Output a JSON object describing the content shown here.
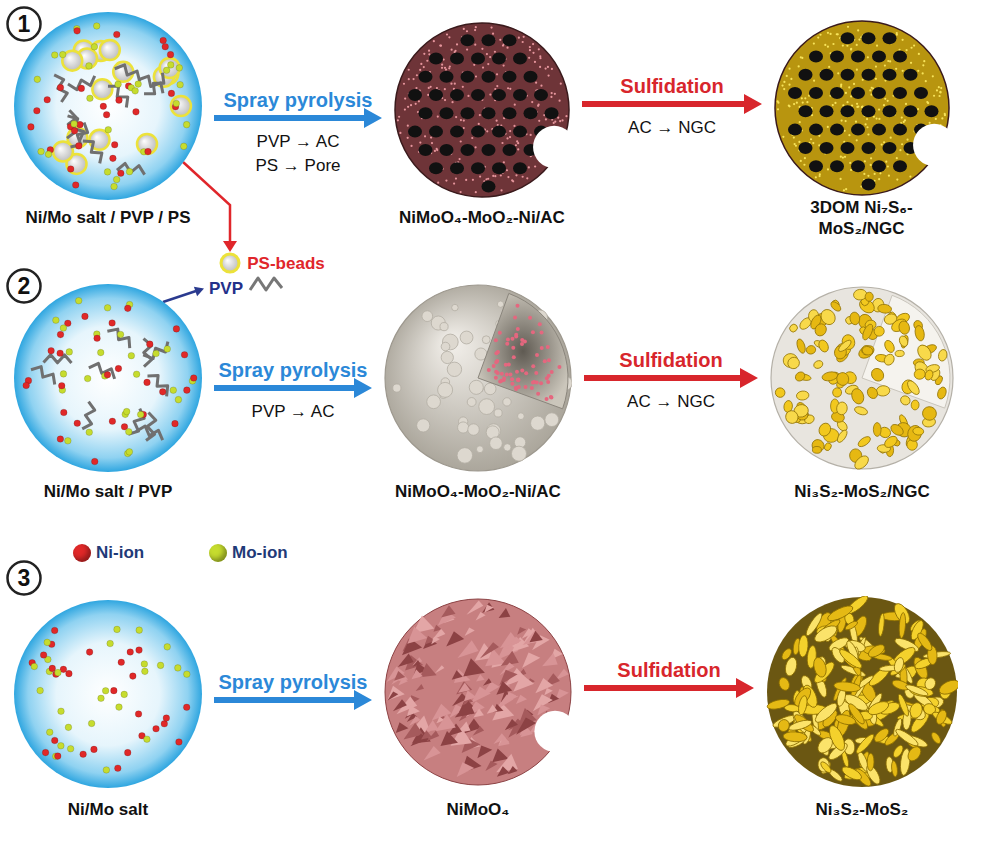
{
  "diagram": {
    "nodes": [
      {
        "text": [
          "1"
        ]
      },
      {
        "text": [
          "Ni/Mo salt / PVP / PS"
        ]
      },
      {
        "text": [
          "NiMoO₄-MoO₂-Ni/AC"
        ]
      },
      {
        "text": [
          "3DOM Ni₇S₆-MoS₂/NGC"
        ]
      },
      {
        "text": [
          "2"
        ]
      },
      {
        "text": [
          "Ni/Mo salt / PVP"
        ]
      },
      {
        "text": [
          "NiMoO₄-MoO₂-Ni/AC"
        ]
      },
      {
        "text": [
          "Ni₃S₂-MoS₂/NGC"
        ]
      },
      {
        "text": [
          "3"
        ]
      },
      {
        "text": [
          "Ni/Mo salt"
        ]
      },
      {
        "text": [
          "NiMoO₄"
        ]
      },
      {
        "text": [
          "Ni₃S₂-MoS₂"
        ]
      }
    ],
    "edges": [
      {
        "from": 1,
        "to": 2,
        "arrow": "to",
        "label": "Spray pyrolysis"
      },
      {
        "from": 2,
        "to": 3,
        "arrow": "to",
        "label": "Sulfidation"
      },
      {
        "from": 5,
        "to": 6,
        "arrow": "to",
        "label": "Spray pyrolysis"
      },
      {
        "from": 6,
        "to": 7,
        "arrow": "to",
        "label": "Sulfidation"
      },
      {
        "from": 9,
        "to": 10,
        "arrow": "to",
        "label": "Spray pyrolysis"
      },
      {
        "from": 10,
        "to": 11,
        "arrow": "to",
        "label": "Sulfidation"
      }
    ],
    "labels": [
      "PVP → AC",
      "PS → Pore",
      "AC → NGC",
      "PS-beads",
      "PVP",
      "PVP → AC",
      "AC → NGC"
    ],
    "legend": [
      {
        "text": "Ni-ion",
        "color": "#e02828"
      },
      {
        "text": "Mo-ion",
        "color": "#c6dc2e"
      }
    ]
  }
}
